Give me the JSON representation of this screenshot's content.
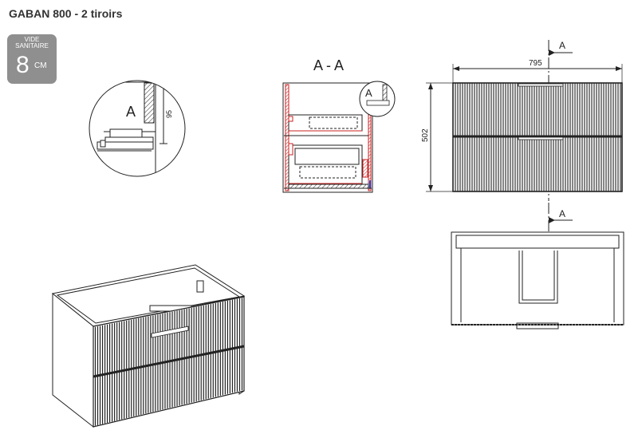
{
  "header": {
    "title": "GABAN 800 - 2 tiroirs"
  },
  "badge": {
    "line1": "VIDE",
    "line2": "SANITAIRE",
    "value": "8",
    "unit": "CM"
  },
  "detail_view": {
    "label": "A",
    "dimension": "95"
  },
  "section_view": {
    "title": "A - A",
    "detail_label": "A"
  },
  "front_view": {
    "width": "795",
    "height": "502",
    "section_marker": "A"
  },
  "top_view": {
    "section_marker": "A"
  },
  "colors": {
    "line": "#222222",
    "badge_bg": "#8f8f8f",
    "hatch_red": "#cc2222",
    "blue_tick": "#2244cc"
  }
}
